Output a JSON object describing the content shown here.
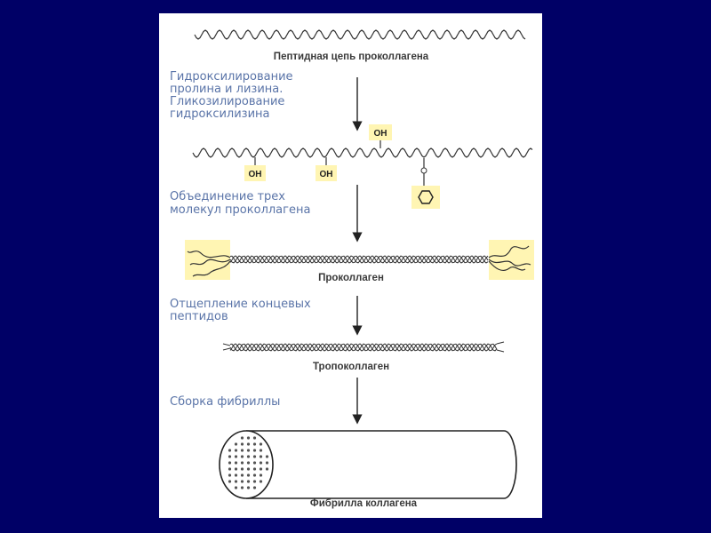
{
  "colors": {
    "background": "#000066",
    "panel": "#ffffff",
    "highlight": "#fff5b3",
    "step_text": "#5a74a8",
    "caption_text": "#3a3a3a"
  },
  "captions": {
    "peptide_chain": "Пептидная цепь проколлагена",
    "procollagen": "Проколлаген",
    "tropocollagen": "Тропоколлаген",
    "fibril": "Фибрилла коллагена"
  },
  "steps": {
    "hydroxylation": [
      "Гидроксилирование",
      "пролина и лизина.",
      "Гликозилирование",
      "гидроксилизина"
    ],
    "association": [
      "Объединение трех",
      "молекул проколлагена"
    ],
    "cleavage": [
      "Отщепление концевых",
      "пептидов"
    ],
    "assembly": [
      "Сборка фибриллы"
    ]
  },
  "groups": {
    "oh_1": "OH",
    "oh_2": "OH",
    "oh_3": "OH"
  },
  "icons": {
    "sugar": "hexagon-ring-icon",
    "arrow": "arrow-down-icon"
  }
}
